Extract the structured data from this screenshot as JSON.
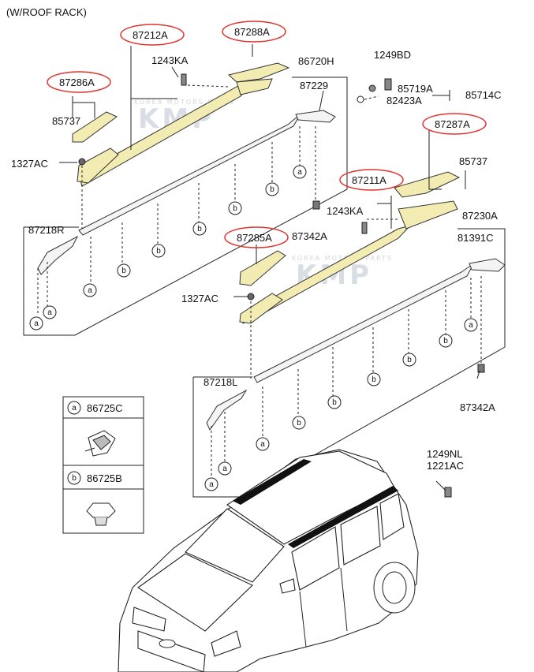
{
  "title": "(W/ROOF RACK)",
  "watermark": {
    "brand": "KMP",
    "tagline": "KOREA MOTORS PARTS"
  },
  "labels": {
    "p87212A": "87212A",
    "p87288A": "87288A",
    "p1243KA_1": "1243KA",
    "p87286A": "87286A",
    "p85737_1": "85737",
    "p1327AC_1": "1327AC",
    "p86720H": "86720H",
    "p87229": "87229",
    "p1249BD": "1249BD",
    "p85719A": "85719A",
    "p82423A": "82423A",
    "p85714C": "85714C",
    "p87287A": "87287A",
    "p85737_2": "85737",
    "p87211A": "87211A",
    "p1243KA_2": "1243KA",
    "p87218R": "87218R",
    "p87342A_1": "87342A",
    "p87230A": "87230A",
    "p87285A": "87285A",
    "p81391C": "81391C",
    "p1327AC_2": "1327AC",
    "p87218L": "87218L",
    "p87342A_2": "87342A",
    "p1249NL": "1249NL",
    "p1221AC": "1221AC"
  },
  "legend": [
    {
      "key": "a",
      "part": "86725C"
    },
    {
      "key": "b",
      "part": "86725B"
    }
  ],
  "callout_letters": {
    "a": "a",
    "b": "b"
  },
  "highlight_color": "#e0342f",
  "part_fill_color": "#f2ecb3"
}
